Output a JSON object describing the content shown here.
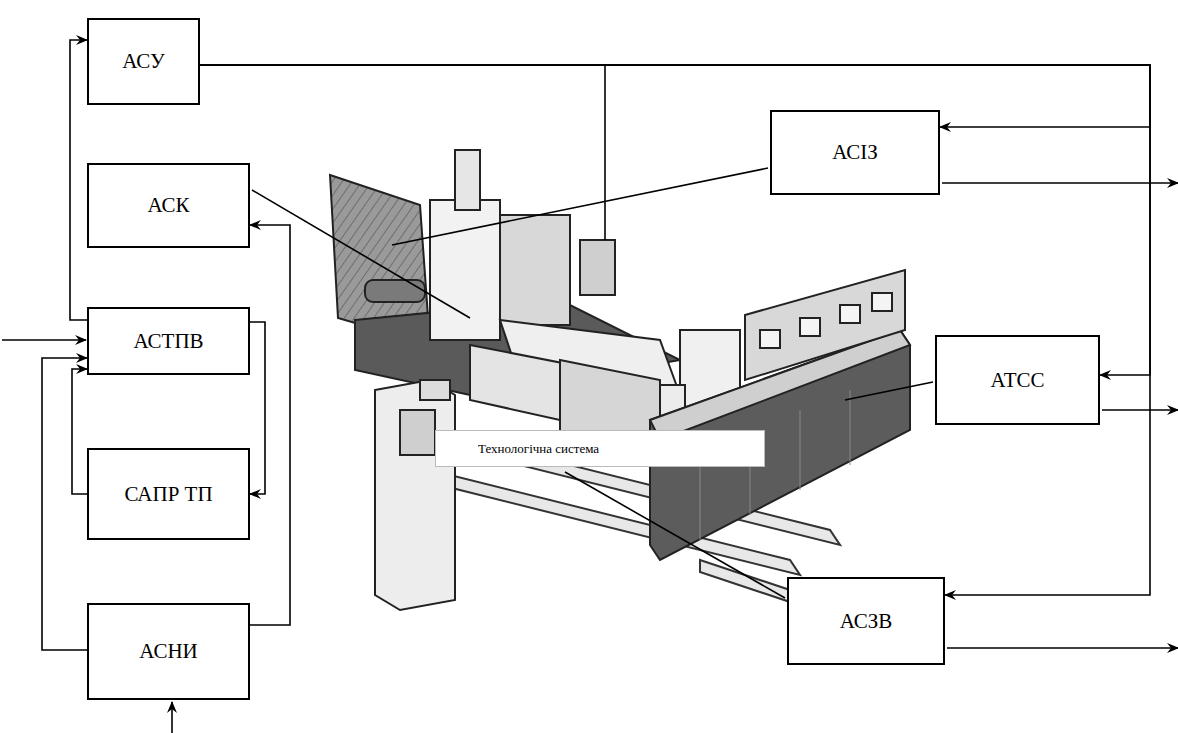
{
  "diagram": {
    "nodes": [
      {
        "text": [
          "АСУ"
        ]
      },
      {
        "text": [
          "АСК"
        ]
      },
      {
        "text": [
          "АСТПВ"
        ]
      },
      {
        "text": [
          "САПР ТП"
        ]
      },
      {
        "text": [
          "АСНИ"
        ]
      },
      {
        "text": [
          "Технологічна система"
        ]
      },
      {
        "text": [
          "АСІЗ"
        ]
      },
      {
        "text": [
          "АТСС"
        ]
      },
      {
        "text": [
          "АСЗВ"
        ]
      }
    ],
    "edges": [
      {
        "from": 0,
        "to": 6,
        "arrow": "to"
      },
      {
        "from": 0,
        "to": 7,
        "arrow": "to"
      },
      {
        "from": 0,
        "to": 8,
        "arrow": "to"
      },
      {
        "from": 2,
        "to": 0,
        "arrow": "to"
      },
      {
        "from": 4,
        "to": 1,
        "arrow": "to"
      },
      {
        "from": 4,
        "to": 2,
        "arrow": "to"
      },
      {
        "from": 2,
        "to": 3,
        "arrow": "to"
      },
      {
        "from": 3,
        "to": 2,
        "arrow": "to"
      }
    ]
  }
}
